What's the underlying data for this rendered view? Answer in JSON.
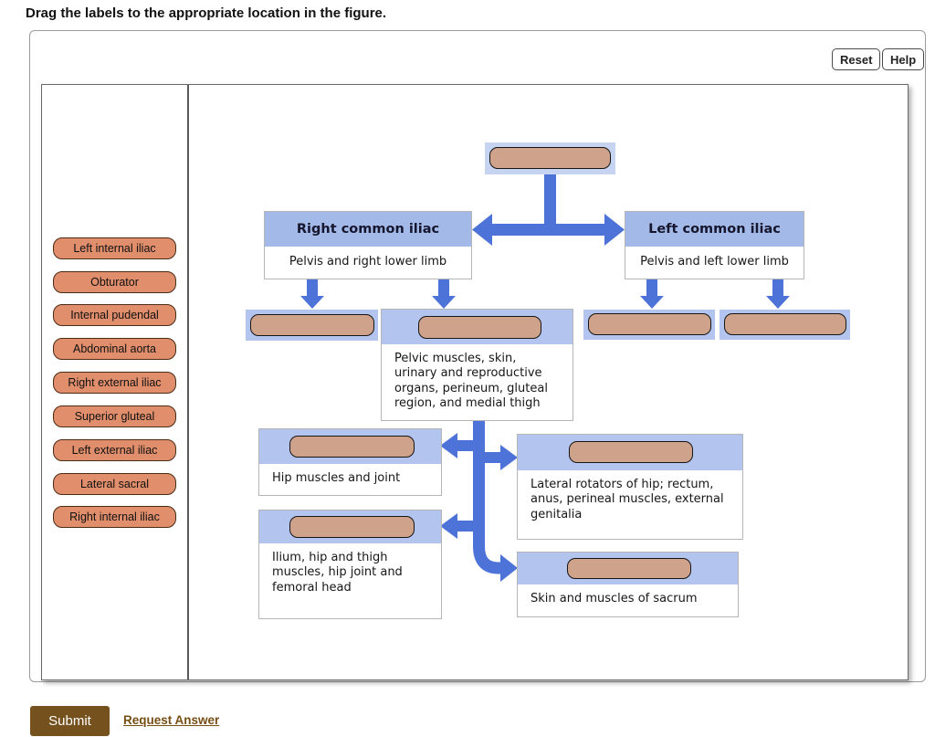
{
  "instruction": "Drag the labels to the appropriate location in the figure.",
  "toolbar": {
    "reset_label": "Reset",
    "help_label": "Help"
  },
  "labels": [
    "Left internal iliac",
    "Obturator",
    "Internal pudendal",
    "Abdominal aorta",
    "Right external iliac",
    "Superior gluteal",
    "Left external iliac",
    "Lateral sacral",
    "Right internal iliac"
  ],
  "figure": {
    "right_common": {
      "title": "Right common iliac",
      "body": "Pelvis and right lower limb"
    },
    "left_common": {
      "title": "Left common iliac",
      "body": "Pelvis and left lower limb"
    },
    "pelvic": {
      "body": "Pelvic muscles, skin, urinary and reproductive organs, perineum, gluteal region, and medial thigh"
    },
    "hip": {
      "body": "Hip muscles and joint"
    },
    "lateral": {
      "body": "Lateral rotators of hip; rectum, anus, perineal muscles, external genitalia"
    },
    "ilium": {
      "body": "Ilium, hip and thigh muscles, hip joint and femoral head"
    },
    "sacrum": {
      "body": "Skin and muscles of sacrum"
    }
  },
  "footer": {
    "submit_label": "Submit",
    "request_answer_label": "Request Answer"
  },
  "colors": {
    "chip_bg": "#e08e6b",
    "slot_bg": "#cfa28b",
    "header_blue": "#a3b9e8",
    "light_blue": "#b3c4ee",
    "lighter_blue": "#c6d3f1",
    "arrow_blue": "#4d73d8",
    "submit_brown": "#74511d",
    "link_brown": "#774f15"
  }
}
